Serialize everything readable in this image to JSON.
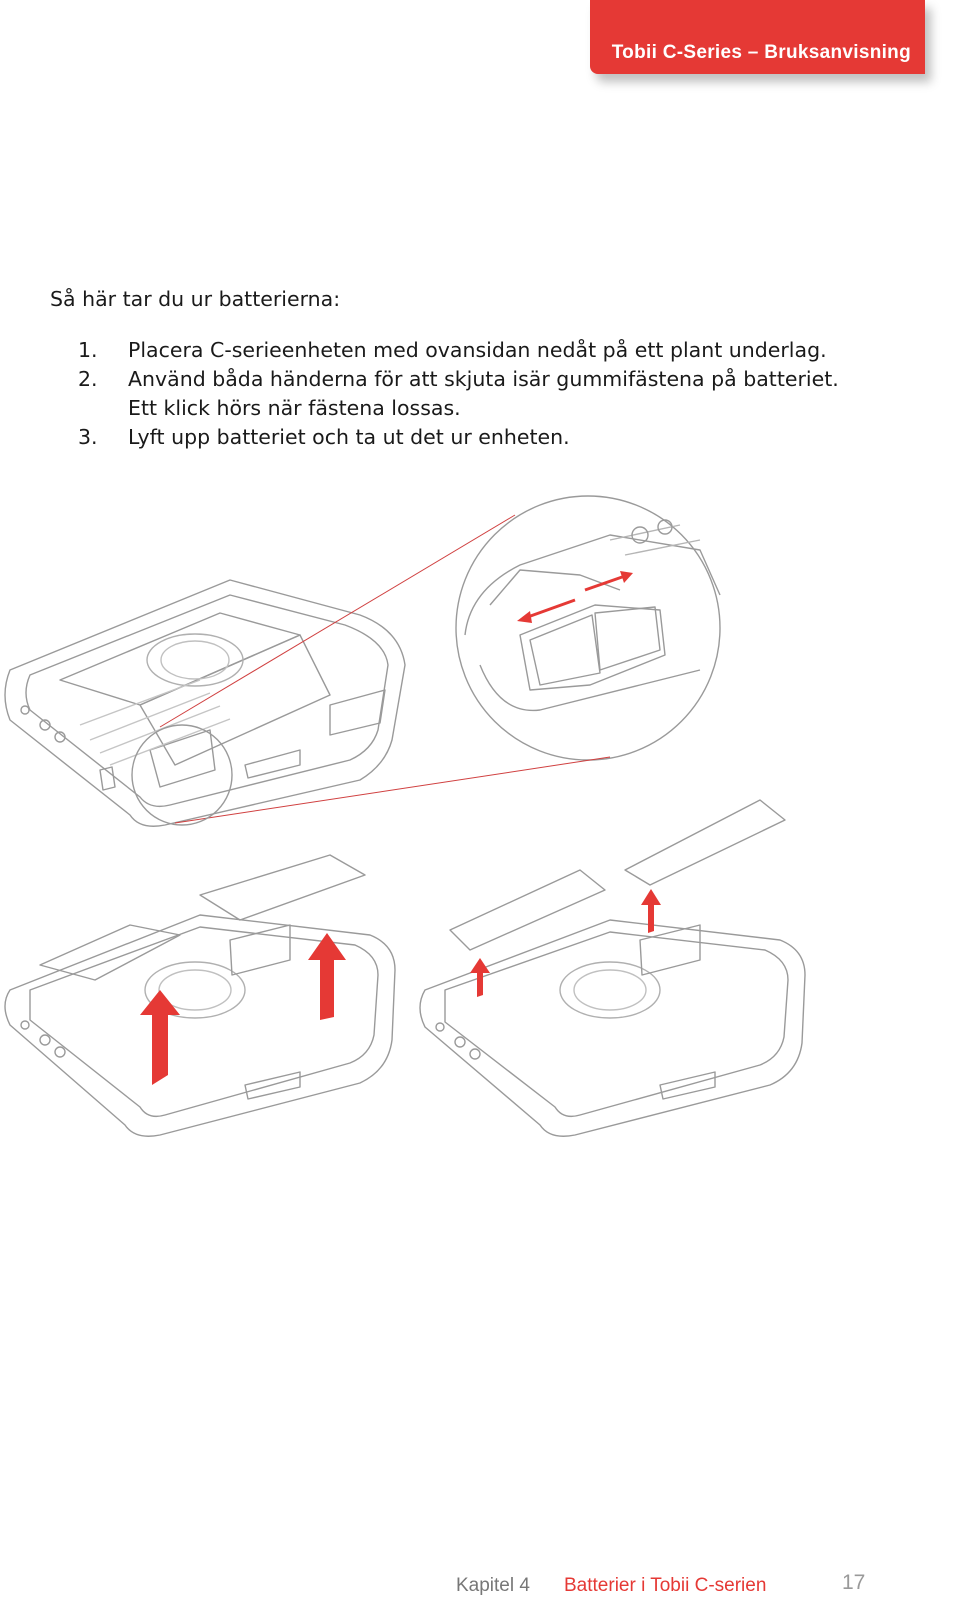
{
  "header": {
    "title": "Tobii C-Series – Bruksanvisning",
    "accent": "#e53935"
  },
  "intro": "Så här tar du ur batterierna:",
  "steps": [
    {
      "num": "1.",
      "lines": [
        "Placera C-serieenheten med ovansidan nedåt på ett plant underlag."
      ]
    },
    {
      "num": "2.",
      "lines": [
        "Använd båda händerna för att skjuta isär gummifästena på batteriet.",
        "Ett klick hörs när fästena lossas."
      ]
    },
    {
      "num": "3.",
      "lines": [
        "Lyft upp batteriet och ta ut det ur enheten."
      ]
    }
  ],
  "footer": {
    "chapter": "Kapitel 4",
    "section": "Batterier i Tobii C-serien",
    "page": "17"
  }
}
